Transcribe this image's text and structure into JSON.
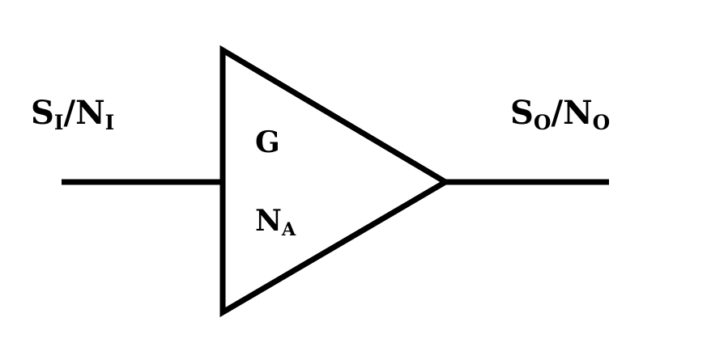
{
  "input": {
    "signal_symbol": "S",
    "signal_sub": "I",
    "separator": "/",
    "noise_symbol": "N",
    "noise_sub": "I"
  },
  "output": {
    "signal_symbol": "S",
    "signal_sub": "O",
    "separator": "/",
    "noise_symbol": "N",
    "noise_sub": "O"
  },
  "amplifier": {
    "gain_label": "G",
    "noise_symbol": "N",
    "noise_sub": "A"
  },
  "colors": {
    "stroke": "#000000",
    "background": "#ffffff"
  }
}
